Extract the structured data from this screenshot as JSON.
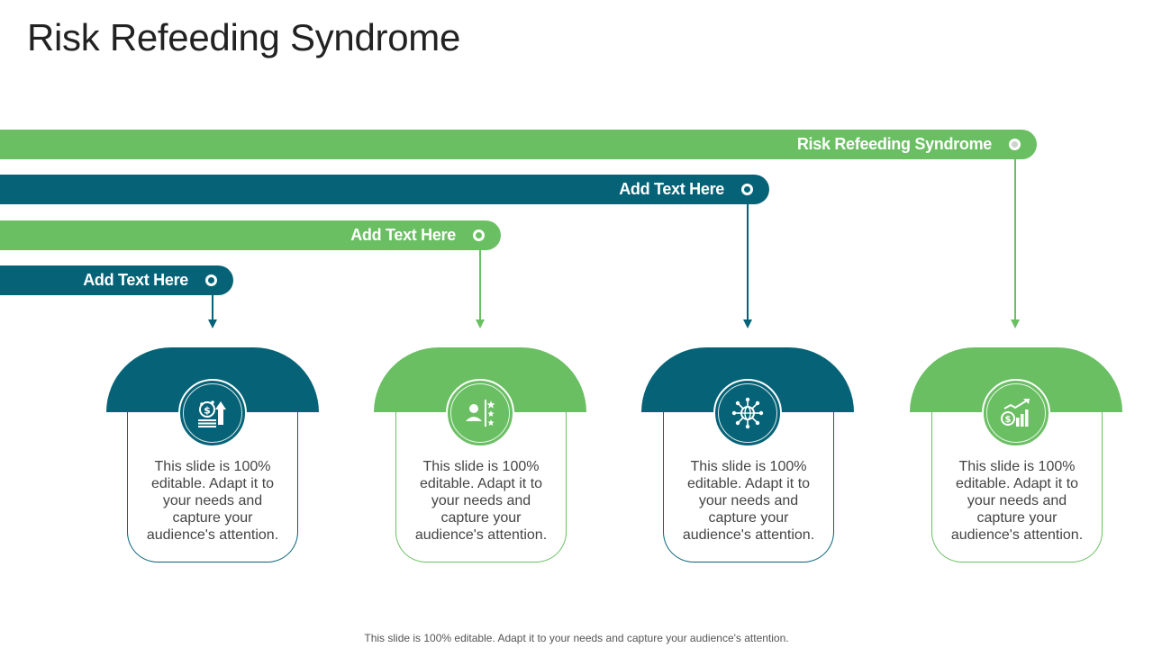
{
  "title": "Risk Refeeding Syndrome",
  "colors": {
    "green": "#6abf63",
    "teal": "#066377"
  },
  "bars": [
    {
      "label": "Risk Refeeding Syndrome",
      "color": "green"
    },
    {
      "label": "Add Text Here",
      "color": "teal"
    },
    {
      "label": "Add Text Here",
      "color": "green"
    },
    {
      "label": "Add Text Here",
      "color": "teal"
    }
  ],
  "cards": [
    {
      "icon": "dollar-growth-icon",
      "color": "teal",
      "text": "This slide is 100% editable. Adapt it to your needs and capture your audience's attention."
    },
    {
      "icon": "user-rating-icon",
      "color": "green",
      "text": "This slide is 100% editable. Adapt it to your needs and capture your audience's attention."
    },
    {
      "icon": "global-network-icon",
      "color": "teal",
      "text": "This slide is 100% editable. Adapt it to your needs and capture your audience's attention."
    },
    {
      "icon": "money-chart-icon",
      "color": "green",
      "text": "This slide is 100% editable. Adapt it to your needs and capture your audience's attention."
    }
  ],
  "footer": "This slide is 100% editable. Adapt it to your needs and capture your audience's attention."
}
